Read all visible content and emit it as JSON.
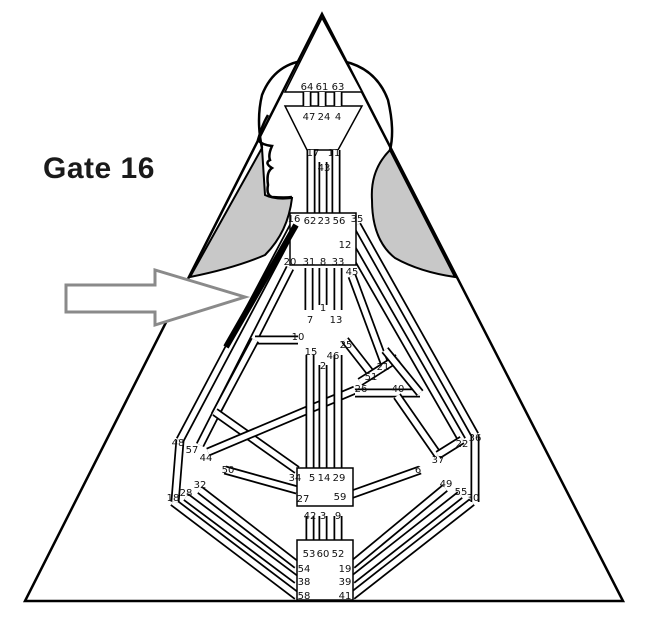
{
  "title": "Gate 16",
  "highlight_gate": "16",
  "colors": {
    "line": "#000000",
    "shade": "#c8c8c8",
    "arrow": "#8a8a8a",
    "highlight": "#000000"
  },
  "gates": [
    "64",
    "61",
    "63",
    "47",
    "24",
    "4",
    "17",
    "11",
    "43",
    "16",
    "62",
    "23",
    "56",
    "35",
    "12",
    "20",
    "31",
    "8",
    "33",
    "45",
    "1",
    "7",
    "13",
    "10",
    "15",
    "25",
    "46",
    "2",
    "21",
    "51",
    "26",
    "40",
    "48",
    "57",
    "44",
    "22",
    "36",
    "37",
    "50",
    "34",
    "5",
    "14",
    "29",
    "6",
    "32",
    "28",
    "18",
    "27",
    "59",
    "49",
    "55",
    "30",
    "42",
    "3",
    "9",
    "53",
    "60",
    "52",
    "54",
    "38",
    "58",
    "19",
    "39",
    "41"
  ]
}
